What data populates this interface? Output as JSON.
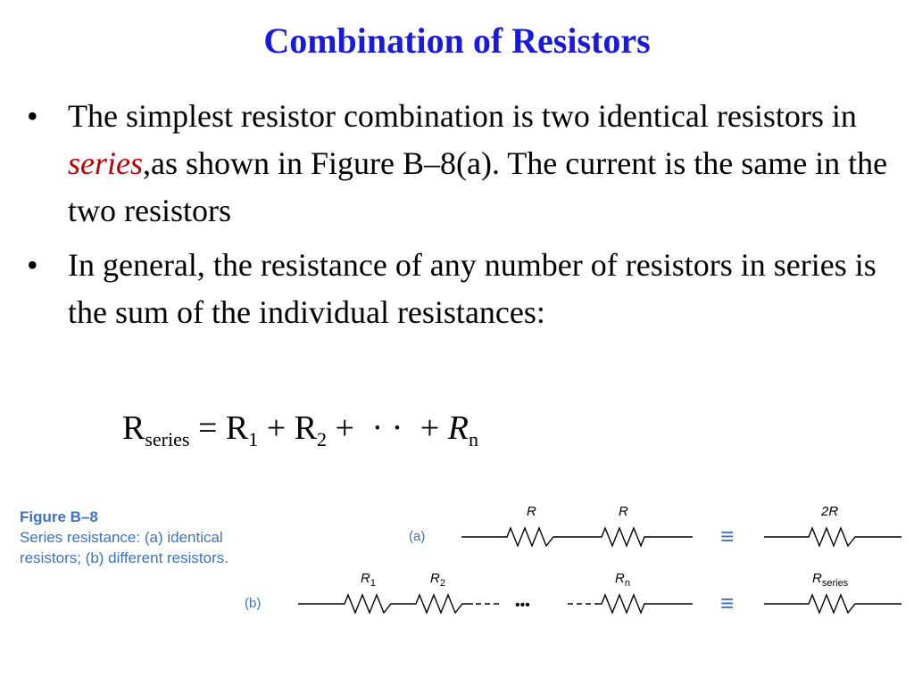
{
  "title": "Combination of Resistors",
  "bullets": [
    {
      "before": "The simplest resistor combination is two identical resistors in ",
      "accent": "series",
      "after": ",as shown in Figure B–8(a). The current is the same in the two resistors"
    },
    {
      "text": "In general, the resistance of any number of resistors in series is the sum of the individual resistances:"
    }
  ],
  "bullet_symbol": "•",
  "formula": {
    "lhs": "R",
    "lhs_sub": "series",
    "eq": "=",
    "t1": "R",
    "t1_sub": "1",
    "plus1": "+",
    "t2": "R",
    "t2_sub": "2",
    "plus2": "+",
    "dots": "· ·",
    "plus3": "+",
    "tn": "R",
    "tn_sub": "n"
  },
  "caption": {
    "title": "Figure  B–8",
    "line1": "Series resistance:  (a) identical",
    "line2": "resistors; (b) different resistors."
  },
  "diagram": {
    "row_a_label": "(a)",
    "row_b_label": "(b)",
    "row_a_resistors": [
      "R",
      "R"
    ],
    "row_a_equivalent": "2R",
    "row_b_r1": "R",
    "row_b_r1_sub": "1",
    "row_b_r2": "R",
    "row_b_r2_sub": "2",
    "row_b_rn": "R",
    "row_b_rn_sub": "n",
    "row_b_equivalent": "R",
    "row_b_equivalent_sub": "series",
    "ellipsis": "•••",
    "equiv_symbol": "≡"
  },
  "colors": {
    "title": "#1a1adf",
    "accent": "#c00000",
    "caption": "#3b72c4",
    "equiv": "#3b72c4"
  }
}
